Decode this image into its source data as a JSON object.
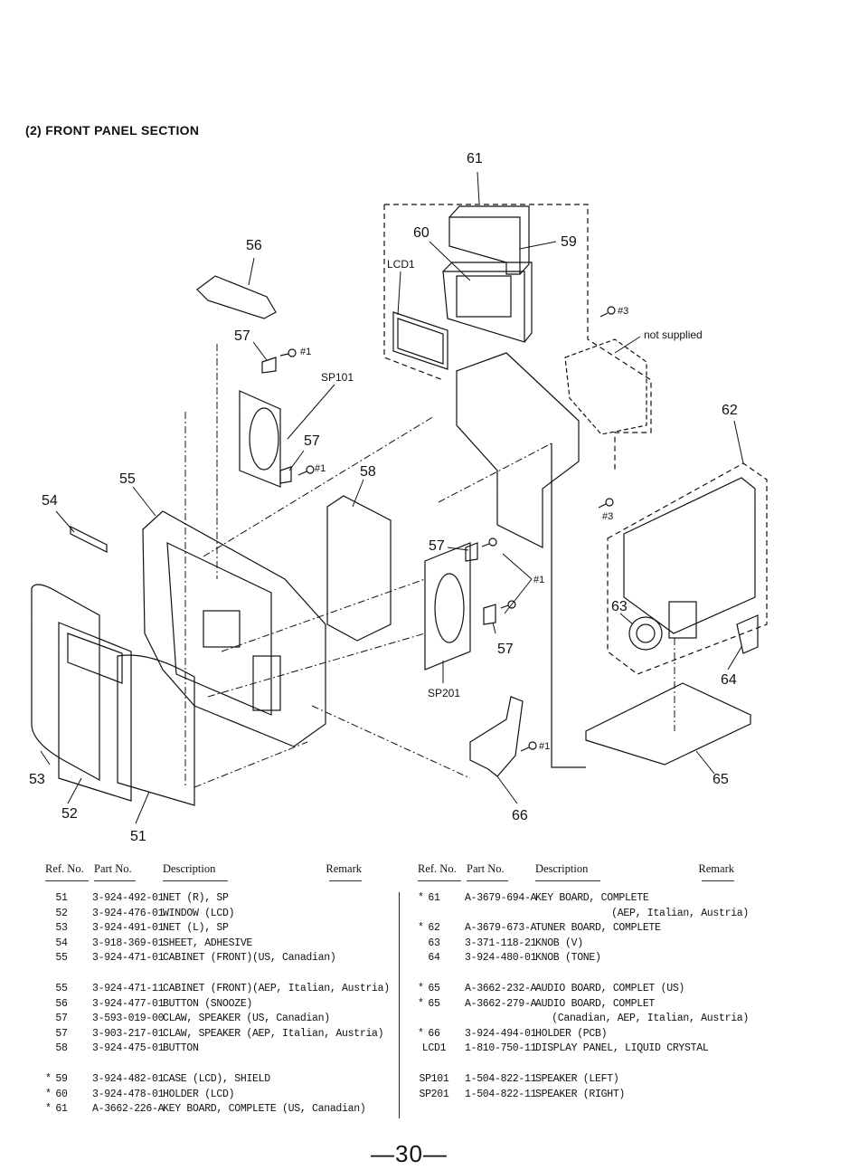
{
  "section_title": "(2) FRONT PANEL SECTION",
  "diagram_labels": {
    "l61": "61",
    "l60": "60",
    "l59": "59",
    "lcd1": "LCD1",
    "l56": "56",
    "l57a": "57",
    "s1a": "#1",
    "sp101": "SP101",
    "s3a": "#3",
    "not_supplied": "not supplied",
    "l62": "62",
    "l57b": "57",
    "s1b": "#1",
    "l55": "55",
    "l58": "58",
    "l54": "54",
    "l57c": "57",
    "s1c": "#1",
    "s3b": "#3",
    "l63": "63",
    "l57d": "57",
    "l64": "64",
    "sp201": "SP201",
    "s1d": "#1",
    "l53": "53",
    "l65": "65",
    "l52": "52",
    "l66": "66",
    "l51": "51"
  },
  "table_headers": {
    "ref": "Ref. No.",
    "part": "Part No.",
    "desc": "Description",
    "remark": "Remark"
  },
  "left_rows": [
    {
      "star": "",
      "ref": "51",
      "part": "3-924-492-01",
      "desc": "NET (R), SP",
      "remark": ""
    },
    {
      "star": "",
      "ref": "52",
      "part": "3-924-476-01",
      "desc": "WINDOW (LCD)",
      "remark": ""
    },
    {
      "star": "",
      "ref": "53",
      "part": "3-924-491-01",
      "desc": "NET (L), SP",
      "remark": ""
    },
    {
      "star": "",
      "ref": "54",
      "part": "3-918-369-01",
      "desc": "SHEET, ADHESIVE",
      "remark": ""
    },
    {
      "star": "",
      "ref": "55",
      "part": "3-924-471-01",
      "desc": "CABINET (FRONT)(US, Canadian)",
      "remark": ""
    },
    {
      "gap": true
    },
    {
      "star": "",
      "ref": "55",
      "part": "3-924-471-11",
      "desc": "CABINET (FRONT)(AEP, Italian, Austria)",
      "remark": ""
    },
    {
      "star": "",
      "ref": "56",
      "part": "3-924-477-01",
      "desc": "BUTTON (SNOOZE)",
      "remark": ""
    },
    {
      "star": "",
      "ref": "57",
      "part": "3-593-019-00",
      "desc": "CLAW, SPEAKER (US, Canadian)",
      "remark": ""
    },
    {
      "star": "",
      "ref": "57",
      "part": "3-903-217-01",
      "desc": "CLAW, SPEAKER (AEP, Italian, Austria)",
      "remark": ""
    },
    {
      "star": "",
      "ref": "58",
      "part": "3-924-475-01",
      "desc": "BUTTON",
      "remark": ""
    },
    {
      "gap": true
    },
    {
      "star": "*",
      "ref": "59",
      "part": "3-924-482-01",
      "desc": "CASE (LCD), SHIELD",
      "remark": ""
    },
    {
      "star": "*",
      "ref": "60",
      "part": "3-924-478-01",
      "desc": "HOLDER (LCD)",
      "remark": ""
    },
    {
      "star": "*",
      "ref": "61",
      "part": "A-3662-226-A",
      "desc": "KEY BOARD, COMPLETE (US, Canadian)",
      "remark": ""
    }
  ],
  "right_rows": [
    {
      "star": "*",
      "ref": "61",
      "part": "A-3679-694-A",
      "desc": "KEY BOARD, COMPLETE",
      "remark": ""
    },
    {
      "star": "",
      "ref": "",
      "part": "",
      "desc": "",
      "remark": "(AEP, Italian, Austria)"
    },
    {
      "star": "*",
      "ref": "62",
      "part": "A-3679-673-A",
      "desc": "TUNER BOARD, COMPLETE",
      "remark": ""
    },
    {
      "star": "",
      "ref": "63",
      "part": "3-371-118-21",
      "desc": "KNOB (V)",
      "remark": ""
    },
    {
      "star": "",
      "ref": "64",
      "part": "3-924-480-01",
      "desc": "KNOB (TONE)",
      "remark": ""
    },
    {
      "gap": true
    },
    {
      "star": "*",
      "ref": "65",
      "part": "A-3662-232-A",
      "desc": "AUDIO BOARD, COMPLET (US)",
      "remark": ""
    },
    {
      "star": "*",
      "ref": "65",
      "part": "A-3662-279-A",
      "desc": "AUDIO BOARD, COMPLET",
      "remark": ""
    },
    {
      "star": "",
      "ref": "",
      "part": "",
      "desc": "",
      "remark": "(Canadian, AEP, Italian, Austria)"
    },
    {
      "star": "*",
      "ref": "66",
      "part": "3-924-494-01",
      "desc": "HOLDER (PCB)",
      "remark": ""
    },
    {
      "star": "",
      "ref": "LCD1",
      "part": "1-810-750-11",
      "desc": "DISPLAY PANEL, LIQUID CRYSTAL",
      "remark": ""
    },
    {
      "gap": true
    },
    {
      "star": "",
      "ref": "SP101",
      "part": "1-504-822-11",
      "desc": "SPEAKER (LEFT)",
      "remark": ""
    },
    {
      "star": "",
      "ref": "SP201",
      "part": "1-504-822-11",
      "desc": "SPEAKER (RIGHT)",
      "remark": ""
    }
  ],
  "page_number": "—30—"
}
